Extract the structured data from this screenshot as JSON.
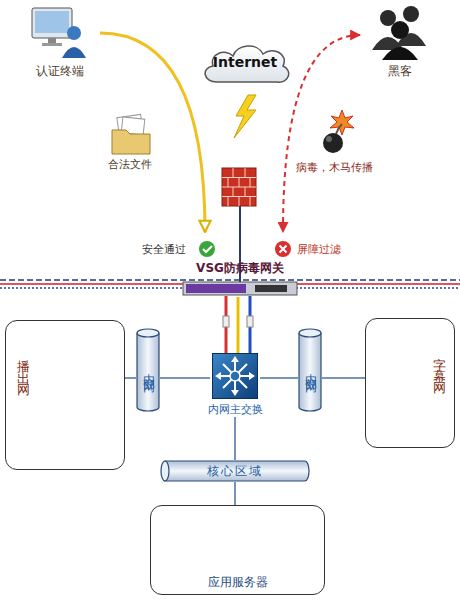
{
  "diagram": {
    "nodes": [
      {
        "text": [
          "认证终端"
        ]
      },
      {
        "text": [
          "Internet"
        ]
      },
      {
        "text": [
          "黑客"
        ]
      },
      {
        "text": [
          "VSG防病毒网关"
        ]
      },
      {
        "text": [
          "播出网"
        ]
      },
      {
        "text": [
          "内部网"
        ]
      },
      {
        "text": [
          "内网主交换"
        ]
      },
      {
        "text": [
          "内部网"
        ]
      },
      {
        "text": [
          "字幕网"
        ]
      },
      {
        "text": [
          "核心区域"
        ]
      },
      {
        "text": [
          "应用服务器"
        ]
      }
    ],
    "edges": [
      {
        "from": 0,
        "to": 3,
        "arrow": "to"
      },
      {
        "from": 2,
        "to": 3,
        "arrow": "both"
      },
      {
        "from": 3,
        "to": 6,
        "arrow": "none"
      },
      {
        "from": 4,
        "to": 5,
        "arrow": "none"
      },
      {
        "from": 5,
        "to": 6,
        "arrow": "none"
      },
      {
        "from": 6,
        "to": 7,
        "arrow": "none"
      },
      {
        "from": 7,
        "to": 8,
        "arrow": "none"
      },
      {
        "from": 6,
        "to": 9,
        "arrow": "none"
      },
      {
        "from": 9,
        "to": 10,
        "arrow": "none"
      }
    ],
    "labels": [
      "合法文件",
      "病毒，木马传播",
      "安全通过",
      "屏障过滤"
    ]
  }
}
